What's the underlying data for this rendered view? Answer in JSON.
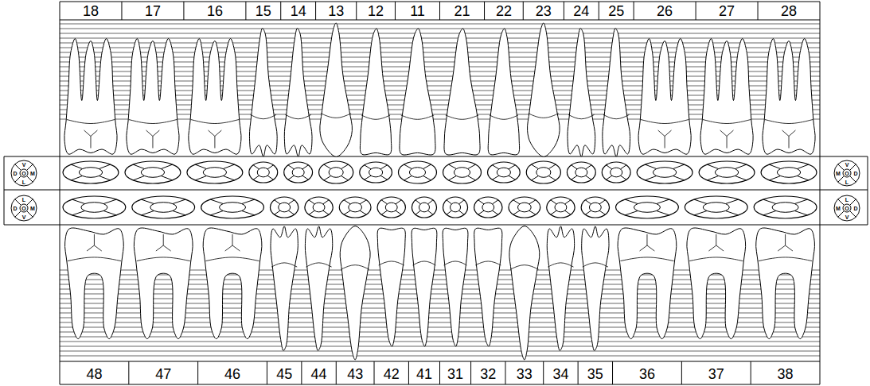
{
  "diagram": {
    "labels": [
      "18",
      "17",
      "16",
      "15",
      "14",
      "13",
      "12",
      "11",
      "21",
      "22",
      "23",
      "24",
      "25",
      "26",
      "27",
      "28",
      "48",
      "47",
      "46",
      "45",
      "44",
      "43",
      "42",
      "41",
      "31",
      "32",
      "33",
      "34",
      "35",
      "36",
      "37",
      "38",
      "V",
      "D",
      "O",
      "M",
      "L",
      "L",
      "D",
      "O",
      "M",
      "V",
      "V",
      "M",
      "O",
      "D",
      "L",
      "L",
      "M",
      "O",
      "D",
      "V"
    ]
  }
}
